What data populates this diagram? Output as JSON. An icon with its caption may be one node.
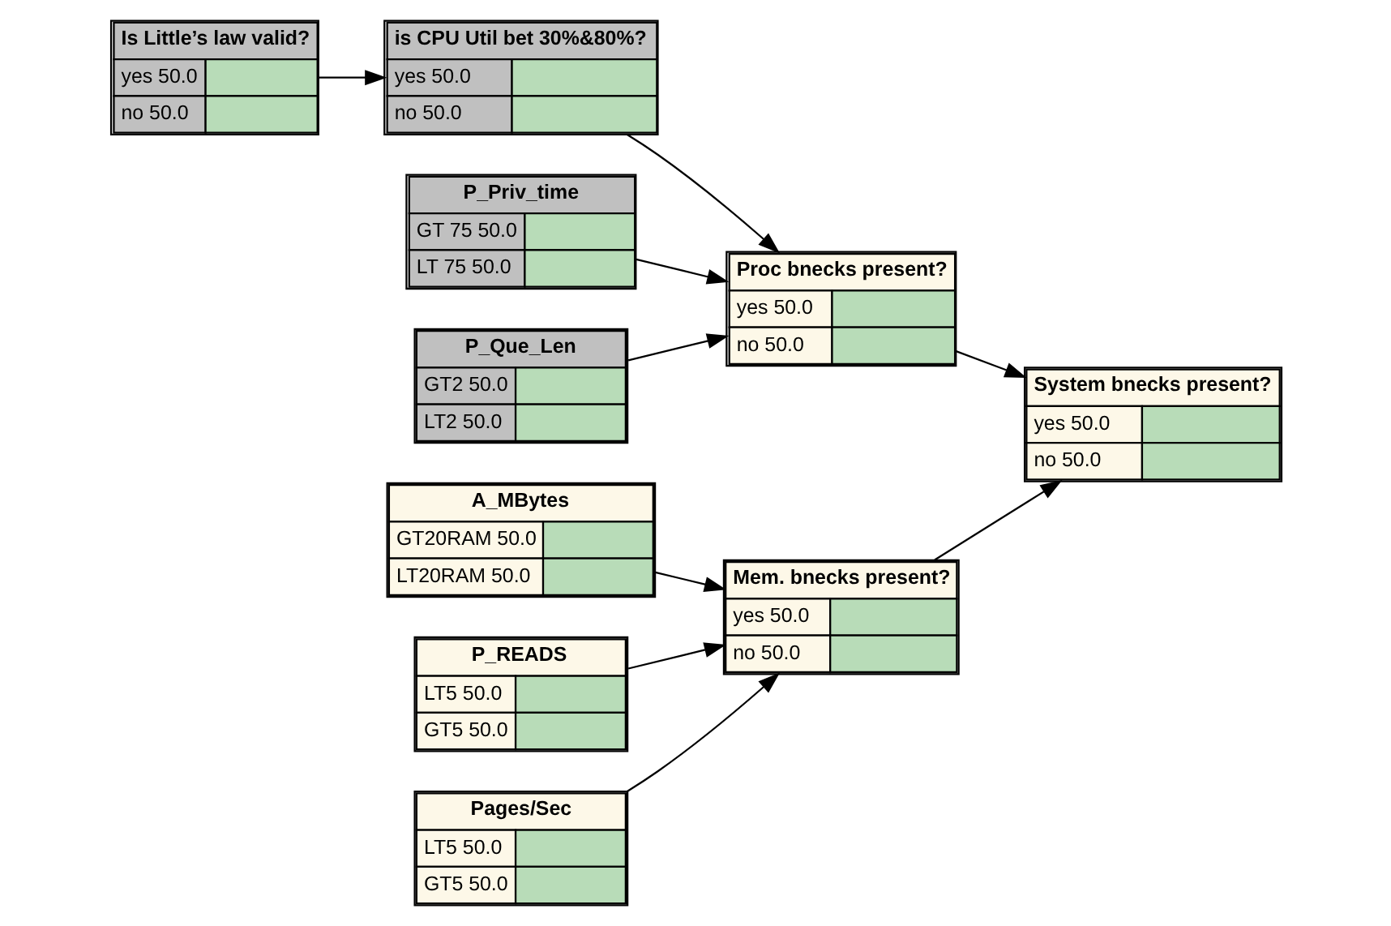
{
  "diagram": {
    "nodes": [
      {
        "text": [
          "Is Little’s law valid?",
          "yes 50.0",
          "no 50.0"
        ]
      },
      {
        "text": [
          "is CPU Util bet 30%&80%?",
          "yes 50.0",
          "no 50.0"
        ]
      },
      {
        "text": [
          "P_Priv_time",
          "GT 75 50.0",
          "LT 75 50.0"
        ]
      },
      {
        "text": [
          "Proc bnecks present?",
          "yes 50.0",
          "no 50.0"
        ]
      },
      {
        "text": [
          "P_Que_Len",
          "GT2 50.0",
          "LT2 50.0"
        ]
      },
      {
        "text": [
          "System bnecks present?",
          "yes 50.0",
          "no 50.0"
        ]
      },
      {
        "text": [
          "A_MBytes",
          "GT20RAM 50.0",
          "LT20RAM 50.0"
        ]
      },
      {
        "text": [
          "Mem. bnecks present?",
          "yes 50.0",
          "no 50.0"
        ]
      },
      {
        "text": [
          "P_READS",
          "LT5 50.0",
          "GT5 50.0"
        ]
      },
      {
        "text": [
          "Pages/Sec",
          "LT5 50.0",
          "GT5 50.0"
        ]
      }
    ],
    "edges": [
      {
        "from": 0,
        "to": 1,
        "arrow": "to"
      },
      {
        "from": 1,
        "to": 3,
        "arrow": "to"
      },
      {
        "from": 2,
        "to": 3,
        "arrow": "to"
      },
      {
        "from": 4,
        "to": 3,
        "arrow": "to"
      },
      {
        "from": 3,
        "to": 5,
        "arrow": "to"
      },
      {
        "from": 7,
        "to": 5,
        "arrow": "to"
      },
      {
        "from": 6,
        "to": 7,
        "arrow": "to"
      },
      {
        "from": 8,
        "to": 7,
        "arrow": "to"
      },
      {
        "from": 9,
        "to": 7,
        "arrow": "to"
      }
    ]
  }
}
